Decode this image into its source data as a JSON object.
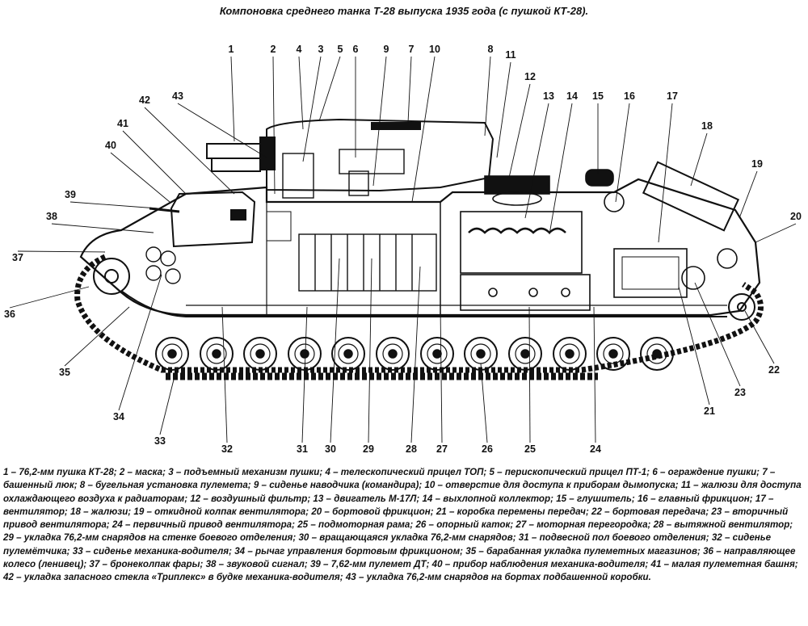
{
  "title": "Компоновка среднего танка Т-28 выпуска 1935 года (с пушкой КТ-28).",
  "callouts": [
    "1",
    "2",
    "3",
    "4",
    "5",
    "6",
    "7",
    "8",
    "9",
    "10",
    "11",
    "12",
    "13",
    "14",
    "15",
    "16",
    "17",
    "18",
    "19",
    "20",
    "21",
    "22",
    "23",
    "24",
    "25",
    "26",
    "27",
    "28",
    "29",
    "30",
    "31",
    "32",
    "33",
    "34",
    "35",
    "36",
    "37",
    "38",
    "39",
    "40",
    "41",
    "42",
    "43"
  ],
  "legend": [
    {
      "num": "1",
      "text": "76,2-мм пушка КТ-28"
    },
    {
      "num": "2",
      "text": "маска"
    },
    {
      "num": "3",
      "text": "подъемный механизм пушки"
    },
    {
      "num": "4",
      "text": "телескопический прицел ТОП"
    },
    {
      "num": "5",
      "text": "перископический прицел ПТ-1"
    },
    {
      "num": "6",
      "text": "ограждение пушки"
    },
    {
      "num": "7",
      "text": "башенный люк"
    },
    {
      "num": "8",
      "text": "бугельная установка пулемета"
    },
    {
      "num": "9",
      "text": "сиденье наводчика (командира)"
    },
    {
      "num": "10",
      "text": "отверстие для доступа к приборам дымопуска"
    },
    {
      "num": "11",
      "text": "жалюзи для доступа охлаждающего воздуха к радиаторам"
    },
    {
      "num": "12",
      "text": "воздушный фильтр"
    },
    {
      "num": "13",
      "text": "двигатель М-17Л"
    },
    {
      "num": "14",
      "text": "выхлопной коллектор"
    },
    {
      "num": "15",
      "text": "глушитель"
    },
    {
      "num": "16",
      "text": "главный фрикцион"
    },
    {
      "num": "17",
      "text": "вентилятор"
    },
    {
      "num": "18",
      "text": "жалюзи"
    },
    {
      "num": "19",
      "text": "откидной колпак вентилятора"
    },
    {
      "num": "20",
      "text": "бортовой фрикцион"
    },
    {
      "num": "21",
      "text": "коробка перемены передач"
    },
    {
      "num": "22",
      "text": "бортовая передача"
    },
    {
      "num": "23",
      "text": "вторичный привод вентилятора"
    },
    {
      "num": "24",
      "text": "первичный привод вентилятора"
    },
    {
      "num": "25",
      "text": "подмоторная рама"
    },
    {
      "num": "26",
      "text": "опорный каток"
    },
    {
      "num": "27",
      "text": "моторная перегородка"
    },
    {
      "num": "28",
      "text": "вытяжной вентилятор"
    },
    {
      "num": "29",
      "text": "укладка 76,2-мм снарядов на стенке боевого отделения"
    },
    {
      "num": "30",
      "text": "вращающаяся укладка 76,2-мм снарядов"
    },
    {
      "num": "31",
      "text": "подвесной пол боевого отделения"
    },
    {
      "num": "32",
      "text": "сиденье пулемётчика"
    },
    {
      "num": "33",
      "text": "сиденье механика-водителя"
    },
    {
      "num": "34",
      "text": "рычаг управления бортовым фрикционом"
    },
    {
      "num": "35",
      "text": "барабанная укладка пулеметных магазинов"
    },
    {
      "num": "36",
      "text": "направляющее колесо (ленивец)"
    },
    {
      "num": "37",
      "text": "бронеколпак фары"
    },
    {
      "num": "38",
      "text": "звуковой сигнал"
    },
    {
      "num": "39",
      "text": "7,62-мм пулемет ДТ"
    },
    {
      "num": "40",
      "text": "прибор наблюдения механика-водителя"
    },
    {
      "num": "41",
      "text": "малая пулеметная башня"
    },
    {
      "num": "42",
      "text": "укладка запасного стекла «Триплекс» в будке механика-водителя"
    },
    {
      "num": "43",
      "text": "укладка 76,2-мм снарядов на бортах подбашенной коробки."
    }
  ],
  "separator": " – ",
  "item_separator": "; "
}
